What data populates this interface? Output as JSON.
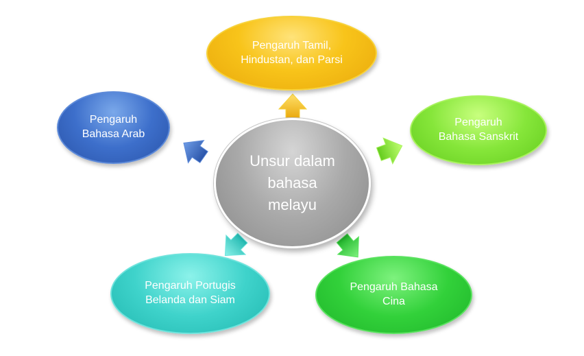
{
  "diagram": {
    "center": {
      "text": "Unsur dalam\nbahasa\nmelayu",
      "color": "#a9a9a9"
    },
    "nodes": [
      {
        "id": "tamil",
        "text": "Pengaruh Tamil,\nHindustan, dan Parsi",
        "color": "#f8c41a"
      },
      {
        "id": "arab",
        "text": "Pengaruh\nBahasa Arab",
        "color": "#3d6fcb"
      },
      {
        "id": "sanskrit",
        "text": "Pengaruh\nBahasa Sanskrit",
        "color": "#86e63a"
      },
      {
        "id": "portugis",
        "text": "Pengaruh Portugis\nBelanda dan Siam",
        "color": "#3fd3cb"
      },
      {
        "id": "cina",
        "text": "Pengaruh Bahasa\nCina",
        "color": "#32d13a"
      }
    ]
  }
}
